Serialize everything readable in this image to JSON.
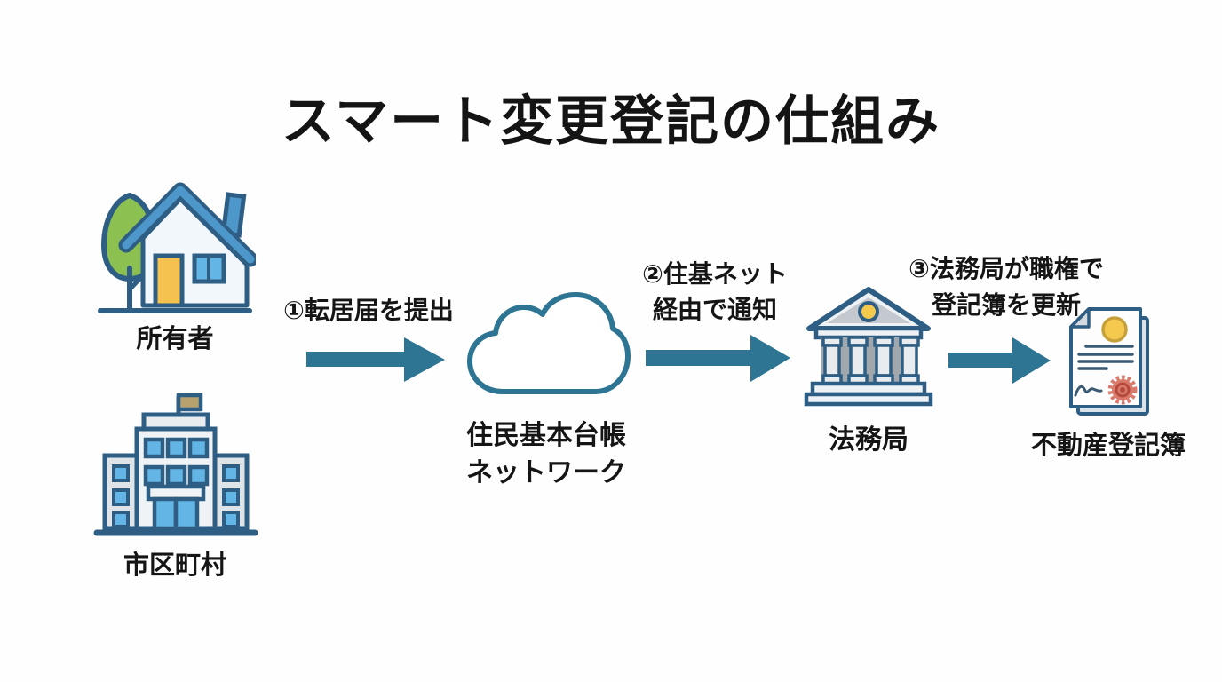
{
  "title": "スマート変更登記の仕組み",
  "nodes": {
    "owner": {
      "icon": "house-icon",
      "label": "所有者"
    },
    "municipality": {
      "icon": "city-hall-icon",
      "label": "市区町村"
    },
    "juki_net": {
      "icon": "cloud-icon",
      "label_line1": "住民基本台帳",
      "label_line2": "ネットワーク"
    },
    "legal_affairs_bureau": {
      "icon": "bank-icon",
      "label": "法務局"
    },
    "real_estate_registry": {
      "icon": "certificate-icon",
      "label": "不動産登記簿"
    }
  },
  "steps": [
    {
      "label": "①転居届を提出"
    },
    {
      "line1": "②住基ネット",
      "line2": "経由で通知"
    },
    {
      "line1": "③法務局が職権で",
      "line2": "登記簿を更新"
    }
  ],
  "colors": {
    "background": "#FEFEFE",
    "text": "#151515",
    "arrow": "#2D7593",
    "icon_outline": "#2E5E84",
    "cloud_stroke": "#2D7593",
    "roof_blue": "#4E97CB",
    "window_blue": "#63B5E5",
    "door_yellow": "#F6C24F",
    "tree_green": "#8CC152",
    "building_gray_light": "#EFF3F5",
    "building_gray_wing": "#DFE4E8",
    "flag_tan": "#B5A26E",
    "bank_pediment_gray": "#C3C9CE",
    "bank_shadow_gray": "#A0A7AD",
    "paper_white": "#FDFDFD",
    "paper_back_gray": "#DCE3E8",
    "seal_yellow": "#F5C94E",
    "seal_red": "#D97A6C",
    "seal_red_dark": "#B5493C"
  }
}
